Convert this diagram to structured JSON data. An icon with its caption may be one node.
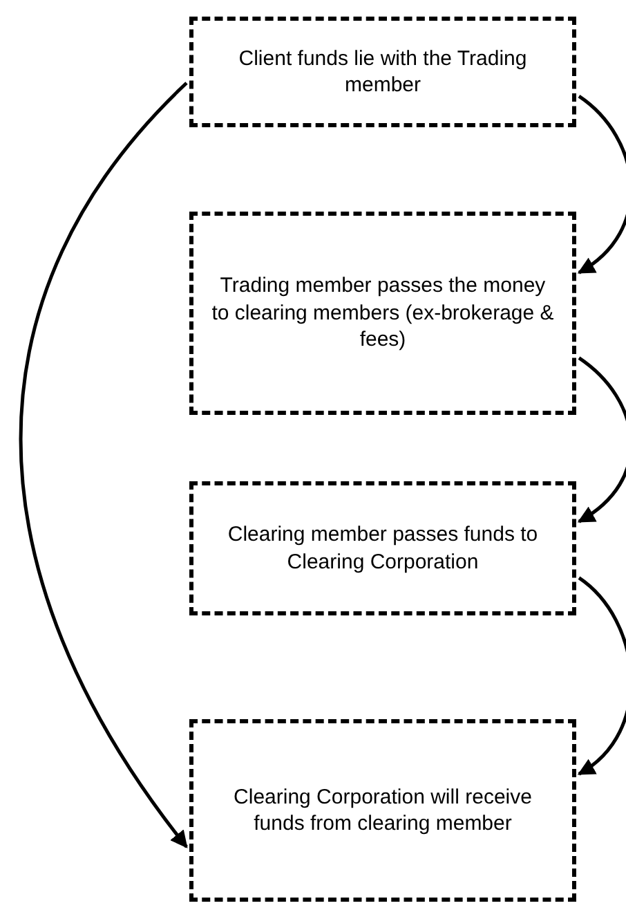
{
  "diagram": {
    "nodes": [
      {
        "text": [
          "Client funds lie with the Trading member"
        ]
      },
      {
        "text": [
          "Trading member passes the money to clearing members (ex-brokerage & fees)"
        ]
      },
      {
        "text": [
          "Clearing member passes funds to Clearing Corporation"
        ]
      },
      {
        "text": [
          "Clearing Corporation will receive funds from clearing member"
        ]
      }
    ],
    "edges": [
      {
        "from": 0,
        "to": 1,
        "arrow": "to"
      },
      {
        "from": 1,
        "to": 2,
        "arrow": "to"
      },
      {
        "from": 2,
        "to": 3,
        "arrow": "to"
      },
      {
        "from": 0,
        "to": 3,
        "arrow": "to"
      }
    ]
  }
}
